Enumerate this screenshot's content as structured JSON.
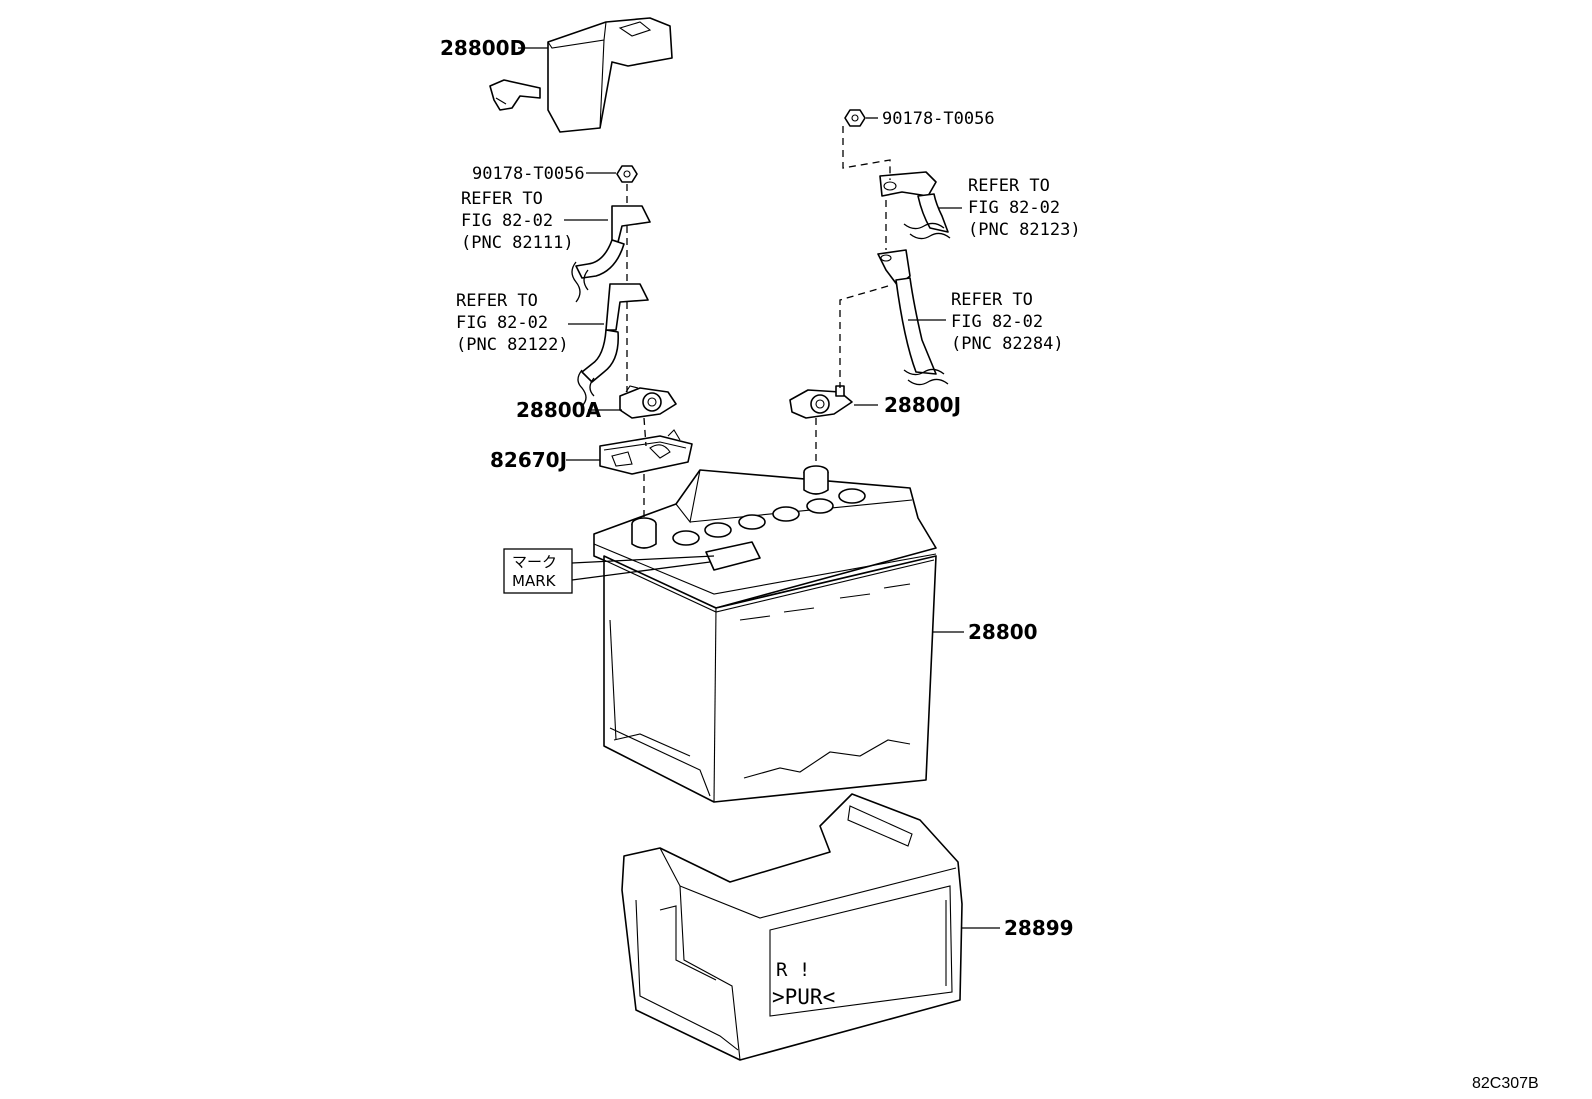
{
  "labels": {
    "cover": "28800D",
    "nut_left": "90178-T0056",
    "nut_right": "90178-T0056",
    "refer_82111": [
      "REFER TO",
      "FIG 82-02",
      "(PNC 82111)"
    ],
    "refer_82122": [
      "REFER TO",
      "FIG 82-02",
      "(PNC 82122)"
    ],
    "refer_82123": [
      "REFER TO",
      "FIG 82-02",
      "(PNC 82123)"
    ],
    "refer_82284": [
      "REFER TO",
      "FIG 82-02",
      "(PNC 82284)"
    ],
    "clamp_pos": "28800A",
    "clamp_neg": "28800J",
    "terminal_cover": "82670J",
    "mark_jp": "マーク",
    "mark_en": "MARK",
    "battery": "28800",
    "tray": "28899",
    "tray_marking_1": "R !",
    "tray_marking_2": ">PUR<",
    "figure_id": "82C307B"
  }
}
